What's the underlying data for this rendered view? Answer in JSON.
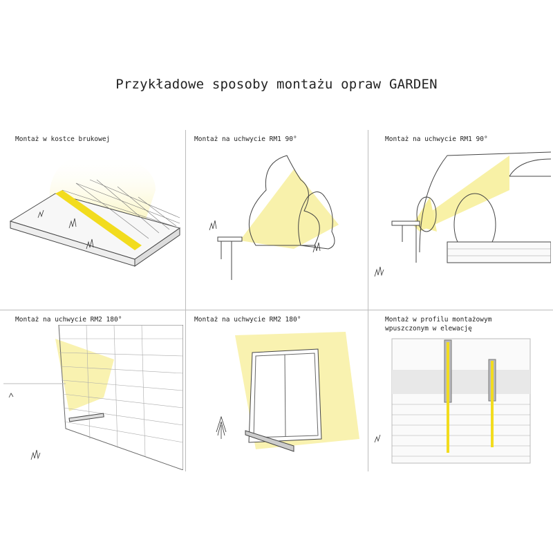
{
  "title": "Przykładowe sposoby montażu opraw GARDEN",
  "panels": [
    {
      "label": "Montaż w kostce brukowej"
    },
    {
      "label": "Montaż na uchwycie RM1 90°"
    },
    {
      "label": "Montaż na uchwycie RM1 90°"
    },
    {
      "label": "Montaż na uchwycie RM2 180°"
    },
    {
      "label": "Montaż na uchwycie RM2 180°"
    },
    {
      "label": "Montaż w profilu montażowym wpuszczonym w elewację"
    }
  ],
  "colors": {
    "light": "#f7ef9c",
    "led": "#f2dc1e",
    "line": "#555555"
  }
}
